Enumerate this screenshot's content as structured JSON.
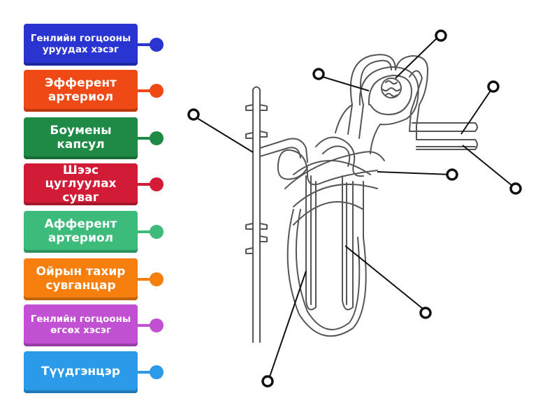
{
  "labels": [
    {
      "text": "Генлийн гогцооны уруудах хэсэг",
      "color": "#2a34d0",
      "size": "small"
    },
    {
      "text": "Эфферент артериол",
      "color": "#ef4a16",
      "size": "big"
    },
    {
      "text": "Боумены капсул",
      "color": "#1e8a45",
      "size": "big"
    },
    {
      "text": "Шээс цуглуулах суваг",
      "color": "#d21c37",
      "size": "big"
    },
    {
      "text": "Афферент артериол",
      "color": "#3dbb7a",
      "size": "big"
    },
    {
      "text": "Ойрын тахир сувганцар",
      "color": "#f77f0e",
      "size": "big"
    },
    {
      "text": "Генлийн гогцооны өгсөх хэсэг",
      "color": "#c250d3",
      "size": "small"
    },
    {
      "text": "Түүдгэнцэр",
      "color": "#2b9ae8",
      "size": "big"
    }
  ],
  "targets": [
    {
      "name": "target-top"
    },
    {
      "name": "target-capsule"
    },
    {
      "name": "target-right-upper"
    },
    {
      "name": "target-left"
    },
    {
      "name": "target-center"
    },
    {
      "name": "target-right-lower"
    },
    {
      "name": "target-loop-right"
    },
    {
      "name": "target-loop-bottom"
    }
  ]
}
